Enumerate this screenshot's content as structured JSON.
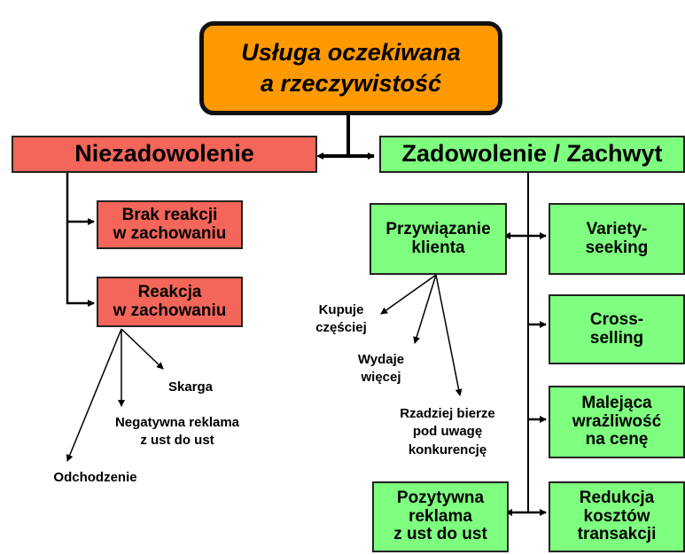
{
  "title": "Usługa oczekiwana\na rzeczywistość",
  "left": {
    "header": "Niezadowolenie",
    "boxes": [
      "Brak reakcji\nw zachowaniu",
      "Reakcja\nw zachowaniu"
    ],
    "outcomes": [
      "Skarga",
      "Negatywna reklama\nz ust do ust",
      "Odchodzenie"
    ]
  },
  "right": {
    "header": "Zadowolenie / Zachwyt",
    "loyalty": "Przywiązanie\nklienta",
    "loyalty_outcomes": [
      "Kupuje\nczęściej",
      "Wydaje\nwięcej",
      "Rzadziej bierze\npod uwagę\nkonkurencję"
    ],
    "boxes": [
      "Variety-\nseeking",
      "Cross-\nselling",
      "Malejąca\nwrażliwość\nna cenę",
      "Pozytywna\nreklama\nz ust do ust",
      "Redukcja\nkosztów\ntransakcji"
    ]
  },
  "colors": {
    "top": "#ff9900",
    "negative": "#f4665a",
    "positive": "#7fff7f"
  }
}
